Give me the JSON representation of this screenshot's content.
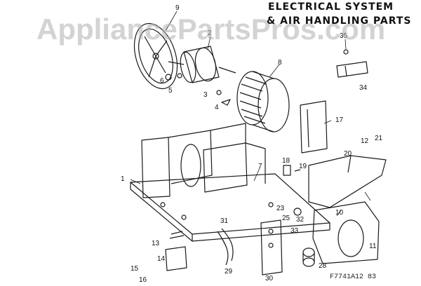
{
  "title": {
    "line1": "ELECTRICAL SYSTEM",
    "line2": "& AIR HANDLING PARTS"
  },
  "watermark": "AppliancePartsPros.com",
  "figure_code": "F7741A12 83",
  "part_numbers": [
    {
      "id": "p9",
      "label": "9"
    },
    {
      "id": "p2",
      "label": "2"
    },
    {
      "id": "p6",
      "label": "6"
    },
    {
      "id": "p5",
      "label": "5"
    },
    {
      "id": "p3",
      "label": "3"
    },
    {
      "id": "p4",
      "label": "4"
    },
    {
      "id": "p8",
      "label": "8"
    },
    {
      "id": "p35",
      "label": "35"
    },
    {
      "id": "p34",
      "label": "34"
    },
    {
      "id": "p17",
      "label": "17"
    },
    {
      "id": "p12",
      "label": "12"
    },
    {
      "id": "p21",
      "label": "21"
    },
    {
      "id": "p20",
      "label": "20"
    },
    {
      "id": "p1",
      "label": "1"
    },
    {
      "id": "p7",
      "label": "7"
    },
    {
      "id": "p18",
      "label": "18"
    },
    {
      "id": "p19",
      "label": "19"
    },
    {
      "id": "p10",
      "label": "10"
    },
    {
      "id": "p11",
      "label": "11"
    },
    {
      "id": "p23",
      "label": "23"
    },
    {
      "id": "p25",
      "label": "25"
    },
    {
      "id": "p32",
      "label": "32"
    },
    {
      "id": "p33",
      "label": "33"
    },
    {
      "id": "p31",
      "label": "31"
    },
    {
      "id": "p13",
      "label": "13"
    },
    {
      "id": "p28",
      "label": "28"
    },
    {
      "id": "p14",
      "label": "14"
    },
    {
      "id": "p15",
      "label": "15"
    },
    {
      "id": "p16",
      "label": "16"
    },
    {
      "id": "p29",
      "label": "29"
    },
    {
      "id": "p30",
      "label": "30"
    }
  ]
}
